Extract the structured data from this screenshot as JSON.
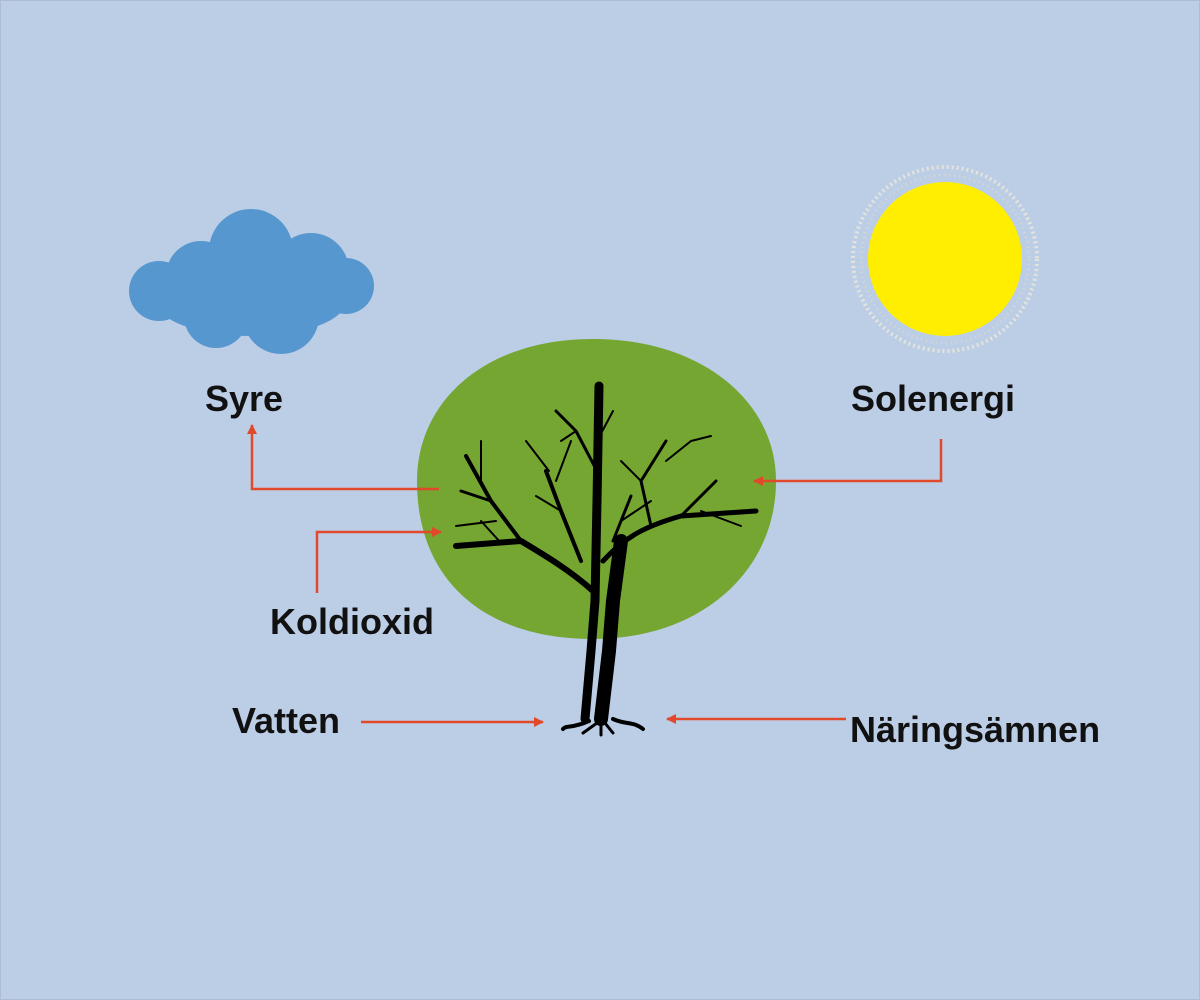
{
  "labels": {
    "oxygen": "Syre",
    "sun_energy": "Solenergi",
    "carbon_dioxide": "Koldioxid",
    "water": "Vatten",
    "nutrients": "Näringsämnen"
  },
  "colors": {
    "background": "#bccde6",
    "cloud": "#5797cf",
    "sun": "#ffee00",
    "sun_glow": "#d9d9d0",
    "canopy": "#74a631",
    "tree": "#000000",
    "arrow": "#e0492a"
  },
  "icons": [
    "cloud-icon",
    "sun-icon",
    "tree-icon"
  ]
}
